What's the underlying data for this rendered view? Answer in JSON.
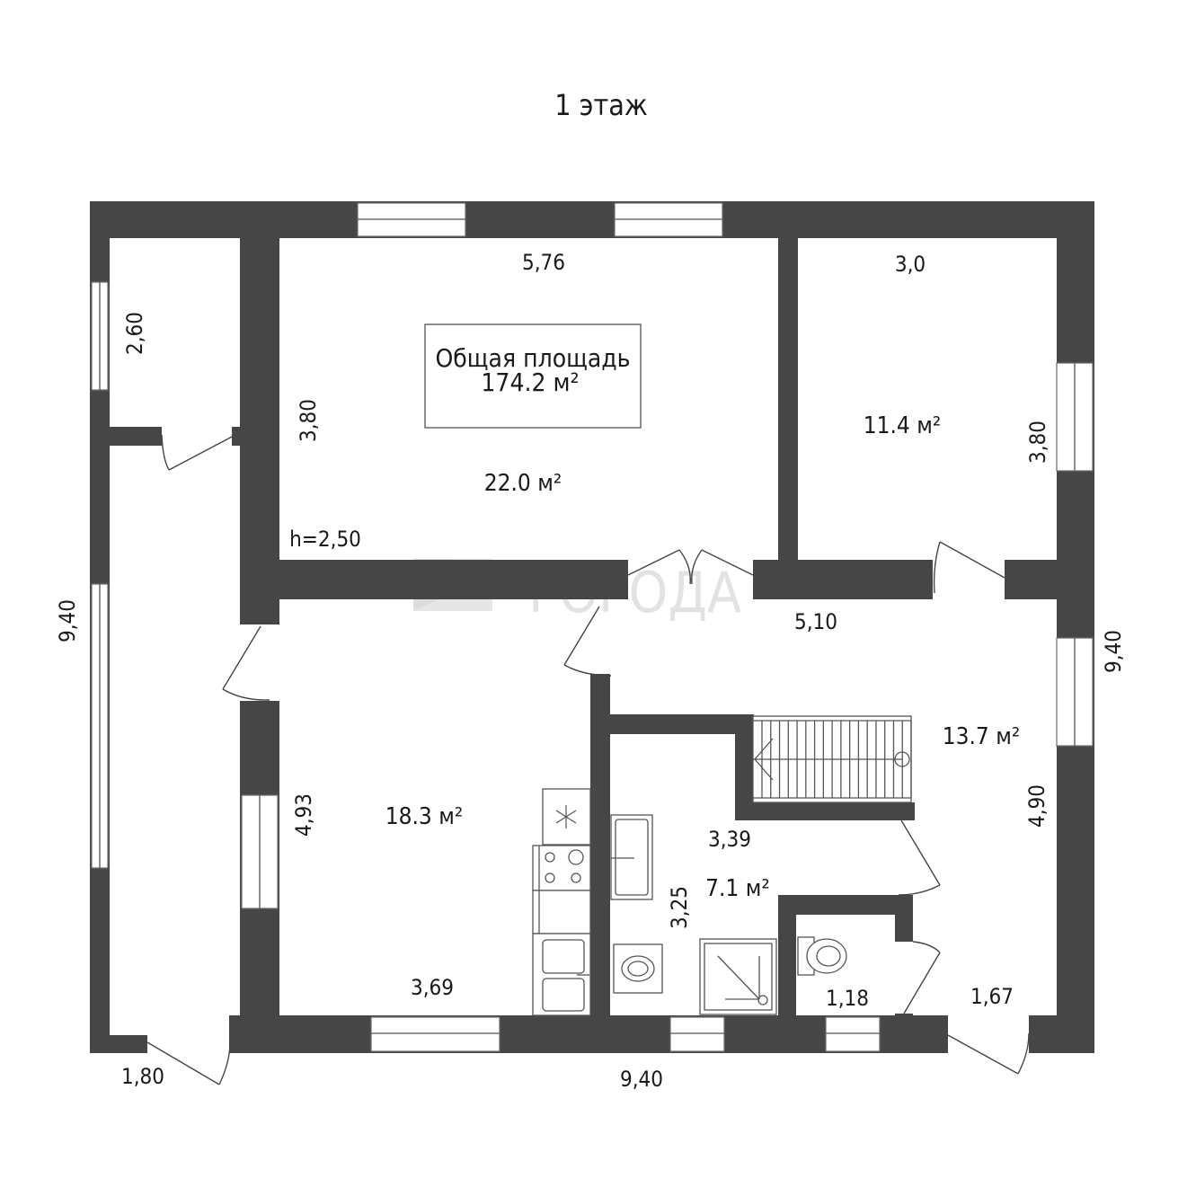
{
  "floor_title": "1 этаж",
  "total_area": {
    "label": "Общая площадь",
    "value": "174.2 м²"
  },
  "rooms": [
    {
      "id": "living",
      "area": "22.0 м²"
    },
    {
      "id": "bedroom",
      "area": "11.4 м²"
    },
    {
      "id": "kitchen",
      "area": "18.3 м²"
    },
    {
      "id": "hall",
      "area": "13.7 м²"
    },
    {
      "id": "bathroom",
      "area": "7.1 м²"
    }
  ],
  "dimensions": {
    "living_width": "5,76",
    "living_height": "3,80",
    "bedroom_width": "3,0",
    "bedroom_height": "3,80",
    "ceiling_height": "h=2,50",
    "storage_height": "2,60",
    "left_overall": "9,40",
    "right_overall": "9,40",
    "bottom_overall": "9,40",
    "corridor_width": "1,80",
    "hall_width": "5,10",
    "hall_height": "4,90",
    "kitchen_height": "4,93",
    "kitchen_width": "3,69",
    "bath_width": "3,39",
    "bath_height": "3,25",
    "wc_width": "1,18",
    "vestibule_width": "1,67"
  },
  "watermark": "ГОРОДА",
  "colors": {
    "wall": "#464646",
    "watermark": "#e2e2e2",
    "background": "#ffffff"
  }
}
